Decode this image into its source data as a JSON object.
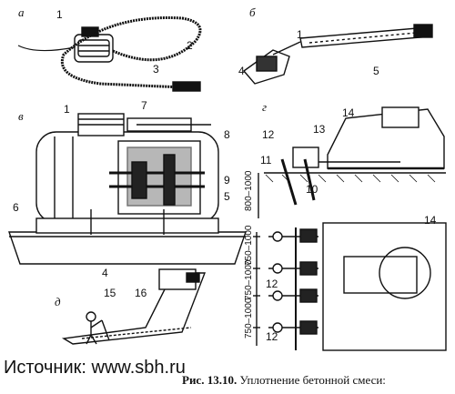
{
  "panel_labels": [
    "а",
    "б",
    "в",
    "г",
    "д"
  ],
  "callouts": {
    "a": [
      "1",
      "2",
      "3"
    ],
    "b": [
      "1",
      "4",
      "5"
    ],
    "v": [
      "1",
      "7",
      "8",
      "9",
      "5",
      "6",
      "4"
    ],
    "g": [
      "14",
      "12",
      "13",
      "11",
      "10",
      "14",
      "12",
      "12"
    ],
    "d": [
      "15",
      "16"
    ]
  },
  "dimensions": [
    "800–1000",
    "750–1000",
    "750–1000",
    "750–1000"
  ],
  "source_text": "Источник: www.sbh.ru",
  "caption": {
    "figure_number": "Рис. 13.10.",
    "text": "Уплотнение бетонной смеси:"
  }
}
